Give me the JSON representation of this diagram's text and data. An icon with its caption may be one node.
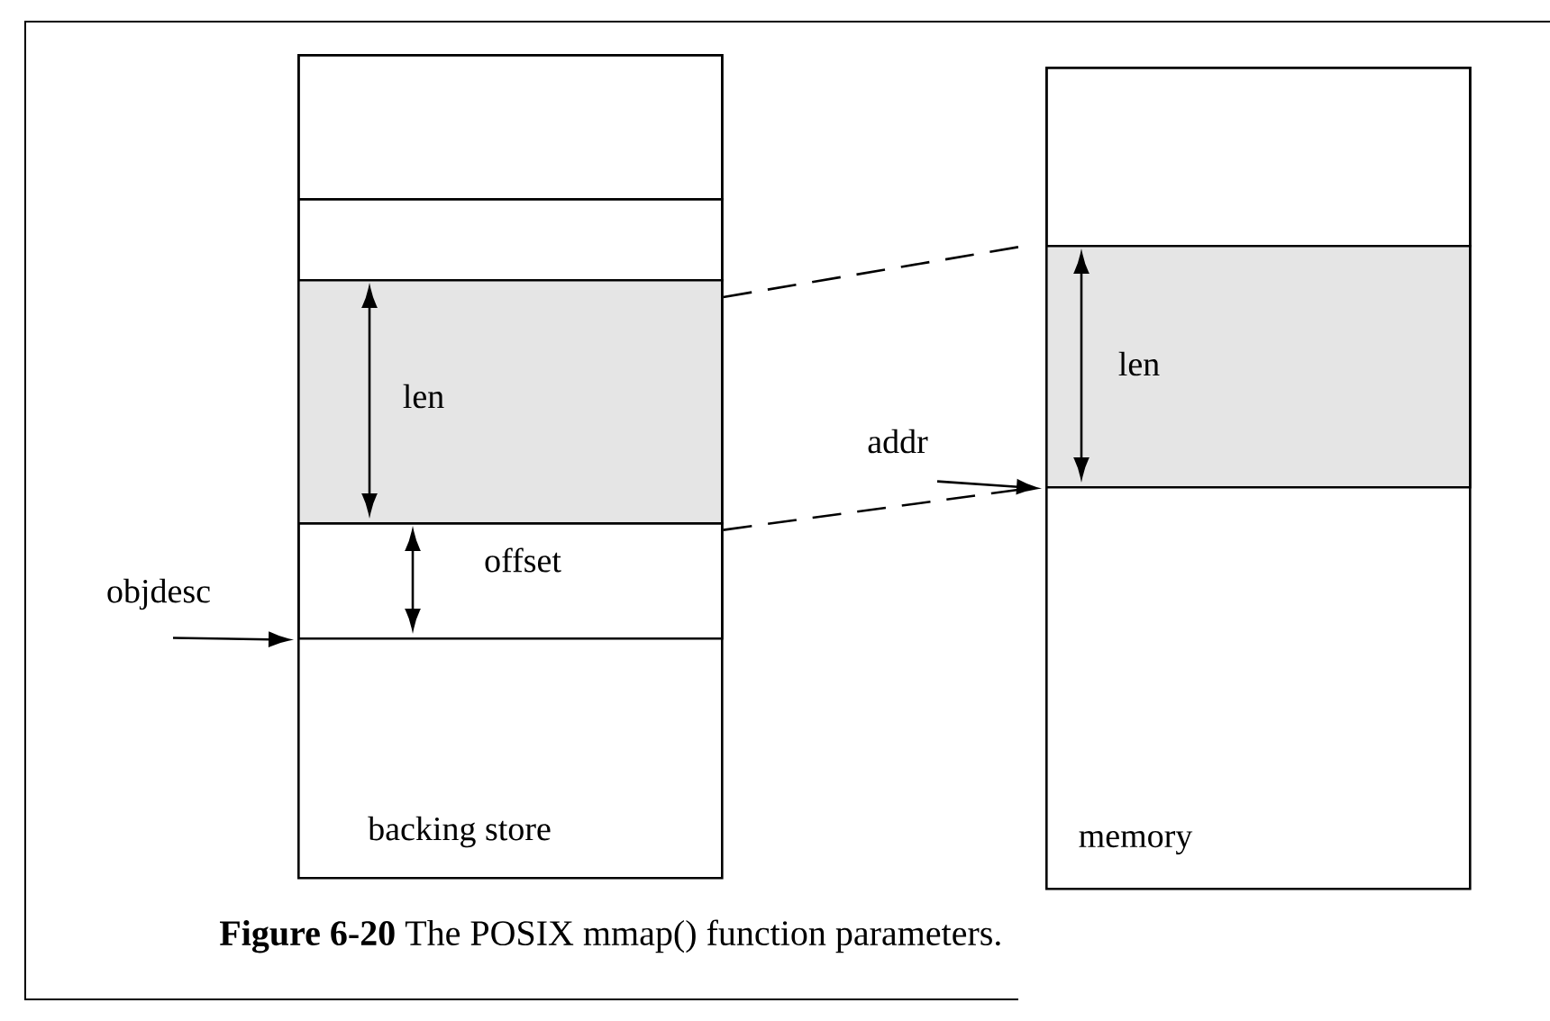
{
  "diagram": {
    "caption": "**Figure 6-20** The POSIX mmap() function parameters.",
    "nodes": [
      {
        "text": [
          "backing store"
        ]
      },
      {
        "text": [],
        "shape": "box",
        "in": 0
      },
      {
        "text": [],
        "shape": "box",
        "in": 0
      },
      {
        "text": [
          "len"
        ],
        "in": 0
      },
      {
        "text": [
          "offset"
        ],
        "in": 0
      },
      {
        "text": [
          "memory"
        ]
      },
      {
        "text": [],
        "shape": "box",
        "in": 5
      },
      {
        "text": [
          "len"
        ],
        "in": 5
      },
      {
        "text": [
          "objdesc"
        ]
      },
      {
        "text": [
          "addr"
        ]
      }
    ],
    "edges": [
      {
        "from": 8,
        "to": 4,
        "arrow": "to"
      },
      {
        "from": 9,
        "to": 7,
        "arrow": "to"
      },
      {
        "from": 3,
        "to": 7,
        "arrow": "none",
        "style": "dashed"
      },
      {
        "from": 3,
        "to": 7,
        "arrow": "none",
        "style": "dashed"
      }
    ]
  }
}
